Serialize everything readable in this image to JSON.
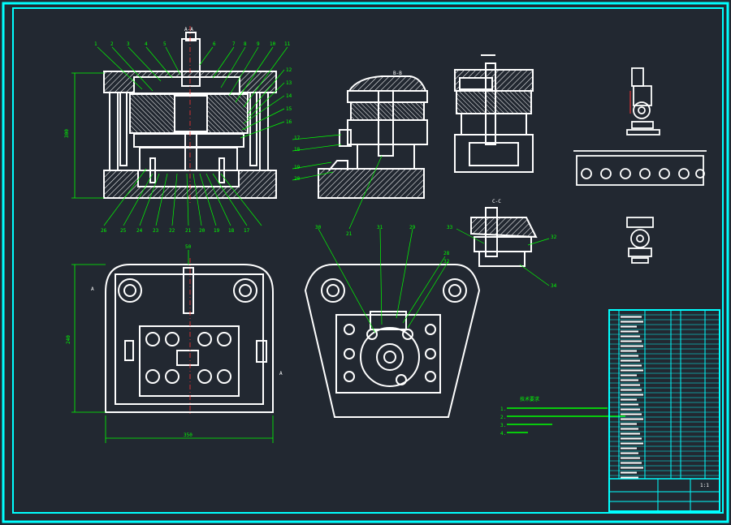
{
  "drawing": {
    "colors": {
      "background": "#222831",
      "border": "#00ffff",
      "outline": "#ffffff",
      "hatch": "#ffffff",
      "leader": "#00ff00",
      "centerline": "#ff3333"
    },
    "section_labels": {
      "a": "A-A",
      "b": "B-B",
      "c": "C-C"
    },
    "dimensions": {
      "top_height": "300",
      "plan_height": "240",
      "plan_width": "350",
      "top_width": "50"
    },
    "part_numbers_top_row": [
      "1",
      "2",
      "3",
      "4",
      "5",
      "6",
      "7",
      "8",
      "9",
      "10",
      "11"
    ],
    "part_numbers_right_col": [
      "12",
      "13",
      "14",
      "15",
      "16"
    ],
    "part_numbers_bottom_row": [
      "26",
      "25",
      "24",
      "23",
      "22",
      "21",
      "20",
      "19",
      "18",
      "17"
    ],
    "section_b_numbers": [
      "17",
      "18",
      "19",
      "20",
      "21"
    ],
    "section_c_numbers": [
      "33",
      "32",
      "34"
    ],
    "lower_view_numbers": [
      "30",
      "31",
      "29",
      "28",
      "32"
    ],
    "view_markers": {
      "a1": "A",
      "a2": "A"
    },
    "technical_requirements": {
      "title": "技术要求",
      "lines": [
        "1.",
        "2.",
        "3.",
        "4."
      ]
    },
    "title_block": {
      "drawing_title": "",
      "scale": "1:1"
    }
  }
}
